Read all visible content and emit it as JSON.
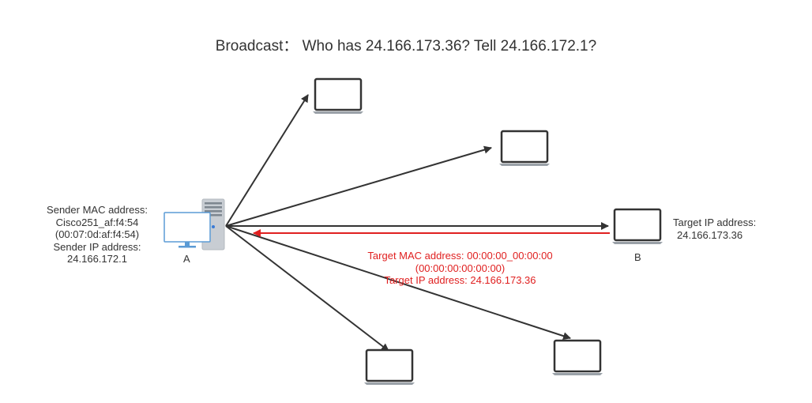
{
  "title": "Broadcast：  Who has 24.166.173.36?  Tell 24.166.172.1?",
  "sender": {
    "mac_label": "Sender MAC address:",
    "mac_name": "Cisco251_af:f4:54",
    "mac_value": "(00:07:0d:af:f4:54)",
    "ip_label": "Sender IP address:",
    "ip_value": "24.166.172.1",
    "node_label": "A"
  },
  "target": {
    "ip_label": "Target IP address:",
    "ip_value": "24.166.173.36",
    "node_label": "B"
  },
  "reply": {
    "mac_line": "Target MAC address: 00:00:00_00:00:00",
    "mac_raw": "(00:00:00:00:00:00)",
    "ip_line": "Target IP address: 24.166.173.36"
  },
  "colors": {
    "arrow": "#333333",
    "reply_arrow": "#e02020",
    "reply_text": "#e02020",
    "monitor": "#5b9bd5",
    "device_outline": "#333333",
    "tower": "#c8cdd3"
  },
  "icons": {
    "sender": "desktop-computer-icon",
    "hosts": "laptop-icon"
  }
}
